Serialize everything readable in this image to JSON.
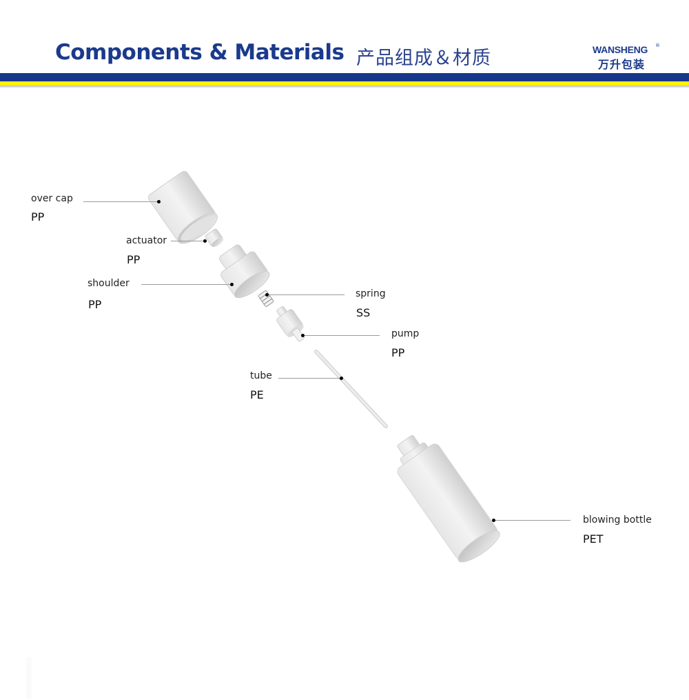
{
  "header": {
    "title_en": "Components & Materials",
    "title_zh": "产品组成＆材质",
    "logo": {
      "name_en": "WANSHENG",
      "registered": "®",
      "name_zh": "万升包装"
    },
    "colors": {
      "title": "#1b3a8c",
      "bar_blue": "#17388a",
      "bar_yellow": "#fff200"
    }
  },
  "components": [
    {
      "label": "over cap",
      "material": "PP"
    },
    {
      "label": "actuator",
      "material": "PP"
    },
    {
      "label": "shoulder",
      "material": "PP"
    },
    {
      "label": "spring",
      "material": "SS"
    },
    {
      "label": "pump",
      "material": "PP"
    },
    {
      "label": "tube",
      "material": "PE"
    },
    {
      "label": "blowing bottle",
      "material": "PET"
    }
  ]
}
